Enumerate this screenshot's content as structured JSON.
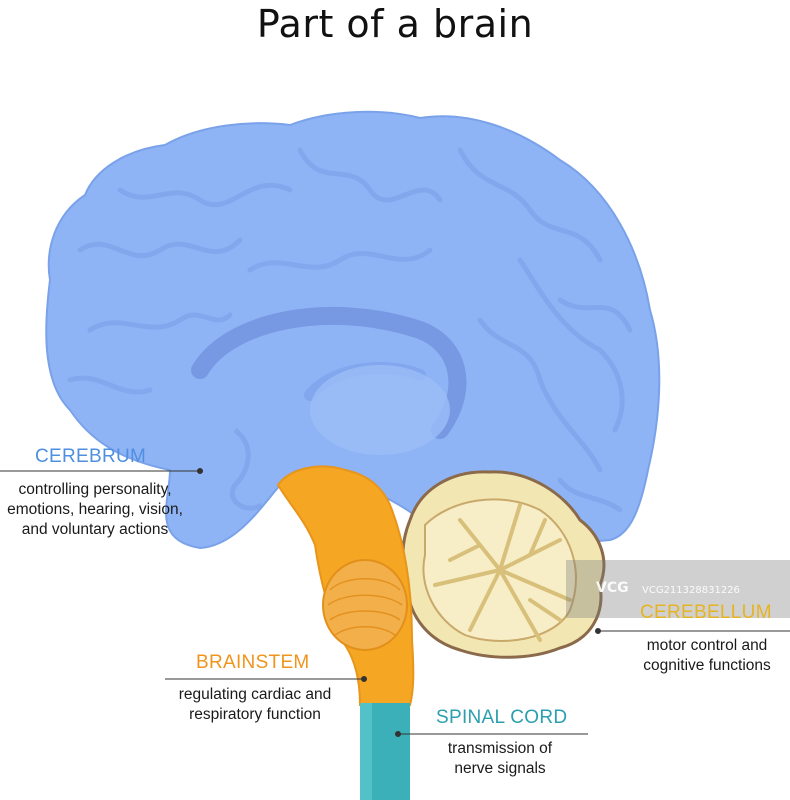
{
  "title": "Part of a brain",
  "colors": {
    "cerebrum": "#8fb4f5",
    "cerebrum_label": "#4f8fe0",
    "brainstem": "#f5a623",
    "brainstem_label": "#f0941c",
    "cerebellum": "#f0e6b0",
    "cerebellum_label": "#e6b422",
    "spinal_cord": "#3bb0b8",
    "spinal_cord_label": "#2b9fb0"
  },
  "labels": {
    "cerebrum": {
      "heading": "CEREBRUM",
      "desc": [
        "controlling personality,",
        "emotions, hearing, vision,",
        "and voluntary actions"
      ]
    },
    "brainstem": {
      "heading": "BRAINSTEM",
      "desc": [
        "regulating cardiac and",
        "respiratory function"
      ]
    },
    "spinal_cord": {
      "heading": "SPINAL CORD",
      "desc": [
        "transmission of",
        "nerve signals"
      ]
    },
    "cerebellum": {
      "heading": "CEREBELLUM",
      "desc": [
        "motor control and",
        "cognitive functions"
      ]
    }
  },
  "watermark": {
    "brand": "VCG",
    "id": "VCG211328831226"
  }
}
